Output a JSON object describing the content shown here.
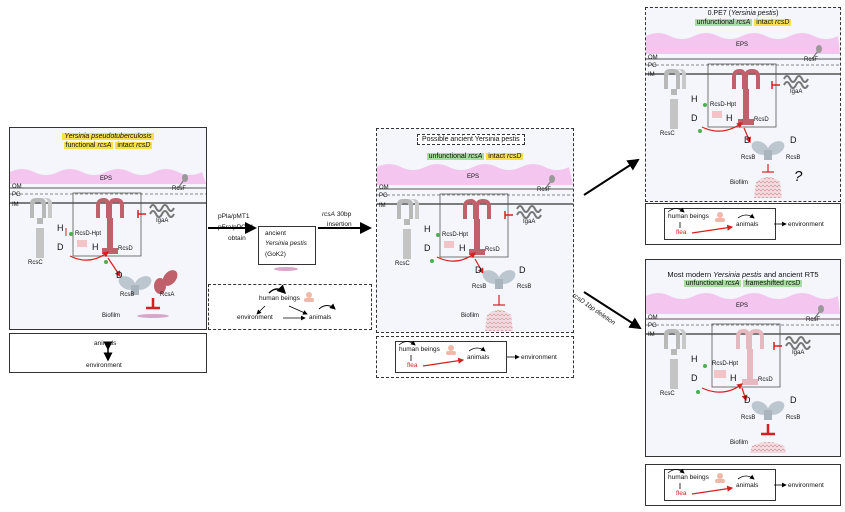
{
  "panel1": {
    "species": "Yersinia pseudotuberculosis",
    "status_a": "functional",
    "gene_a": "rcsA",
    "status_d": "intact",
    "gene_d": "rcsD",
    "eps": "EPS",
    "om": "OM",
    "pg": "PG",
    "im": "IM",
    "rcsf": "RcsF",
    "igaa": "IgaA",
    "rcsc": "RcsC",
    "rcsd": "RcsD",
    "hpt": "RcsD-Hpt",
    "h": "H",
    "d": "D",
    "rcsb": "RcsB",
    "rcsa": "RcsA",
    "biofilm": "Biofilm",
    "host_animals": "animals",
    "host_environment": "environment"
  },
  "transition1": {
    "line1": "pPla/pMT1",
    "line2": "pFra/pPCP1",
    "line3": "obtain"
  },
  "ancient_box": {
    "line1": "ancient",
    "line2": "Yersinia pestis",
    "line3": "(GoK2)"
  },
  "small_host": {
    "humans": "human beings",
    "environment": "environment",
    "animals": "animals"
  },
  "transition2": {
    "gene": "rcsA",
    "text": "30bp",
    "line2": "insertion"
  },
  "panel2": {
    "title": "Possible ancient Yersinia pestis",
    "status_a": "unfunctional",
    "gene_a": "rcsA",
    "status_d": "intact",
    "gene_d": "rcsD",
    "eps": "EPS",
    "om": "OM",
    "pg": "PG",
    "im": "IM",
    "rcsf": "RcsF",
    "igaa": "IgaA",
    "rcsc": "RcsC",
    "rcsd": "RcsD",
    "hpt": "RcsD-Hpt",
    "h": "H",
    "d": "D",
    "rcsb": "RcsB",
    "biofilm": "Biofilm",
    "host_humans": "human beings",
    "host_animals": "animals",
    "host_environment": "environment",
    "host_flea": "flea"
  },
  "transition3": {
    "text": "rcsD 1bp deletion"
  },
  "panel3": {
    "title_a": "0.PE7 (",
    "title_species": "Yersinia pestis",
    "title_b": ")",
    "status_a": "unfunctional",
    "gene_a": "rcsA",
    "status_d": "intact",
    "gene_d": "rcsD",
    "eps": "EPS",
    "om": "OM",
    "pg": "PG",
    "im": "IM",
    "rcsf": "RcsF",
    "igaa": "IgaA",
    "rcsc": "RcsC",
    "rcsd": "RcsD",
    "hpt": "RcsD-Hpt",
    "h": "H",
    "d": "D",
    "rcsb": "RcsB",
    "biofilm": "Biofilm",
    "question": "?",
    "host_humans": "human beings",
    "host_animals": "animals",
    "host_environment": "environment",
    "host_flea": "flea"
  },
  "panel4": {
    "title_a": "Most modern",
    "title_species": "Yersinia pestis",
    "title_b": "and ancient  RT5",
    "status_a": "unfunctional",
    "gene_a": "rcsA",
    "status_d": "frameshifted",
    "gene_d": "rcsD",
    "eps": "EPS",
    "om": "OM",
    "pg": "PG",
    "im": "IM",
    "rcsf": "RcsF",
    "igaa": "IgaA",
    "rcsc": "RcsC",
    "rcsd": "RcsD",
    "hpt": "RcsD-Hpt",
    "h": "H",
    "d": "D",
    "rcsb": "RcsB",
    "biofilm": "Biofilm",
    "host_humans": "human beings",
    "host_animals": "animals",
    "host_environment": "environment",
    "host_flea": "flea"
  },
  "colors": {
    "rcsd_red": "#c0606a",
    "rcsc_grey": "#b8b8b8",
    "eps_pink": "#f4c6ef",
    "highlight_yellow": "#f7e04a",
    "highlight_green": "#a8dca0",
    "flea_red": "#d62020",
    "biofilm_pink": "#e8c0cc",
    "panel_bg": "#f4f6fb"
  }
}
